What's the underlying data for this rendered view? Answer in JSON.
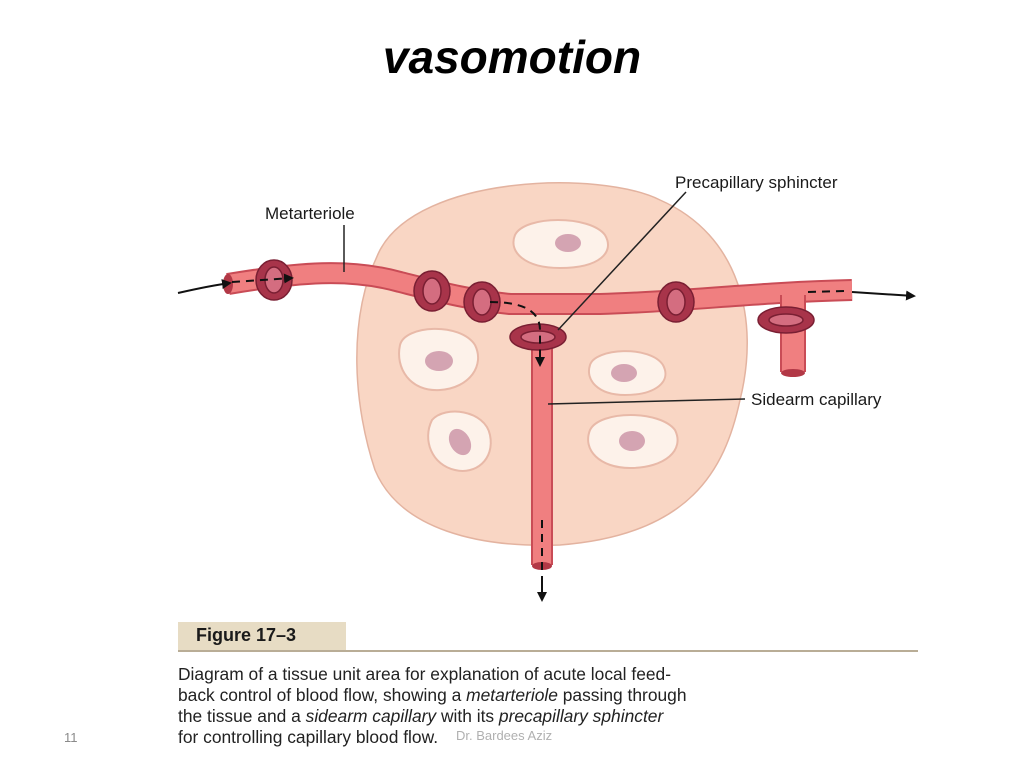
{
  "slide": {
    "title": "vasomotion",
    "number": "11",
    "footer": "Dr. Bardees Aziz"
  },
  "figure": {
    "labels": {
      "metarteriole": "Metarteriole",
      "precapillary_sphincter": "Precapillary sphincter",
      "sidearm_capillary": "Sidearm capillary"
    },
    "number": "Figure 17–3",
    "caption": {
      "line1": "Diagram of a tissue unit area for explanation of acute local feed-",
      "line2_a": "back control of blood flow, showing a ",
      "line2_em": "metarteriole",
      "line2_b": " passing through",
      "line3_a": "the tissue and a ",
      "line3_em1": "sidearm capillary",
      "line3_b": " with its ",
      "line3_em2": "precapillary sphincter",
      "line4": "for controlling capillary blood flow."
    }
  },
  "colors": {
    "tissue": "#f9d6c4",
    "vessel": "#f07f80",
    "vessel_edge": "#c94c56",
    "sphincter": "#a8344a",
    "cell_nucleus": "#d4a4b2"
  }
}
